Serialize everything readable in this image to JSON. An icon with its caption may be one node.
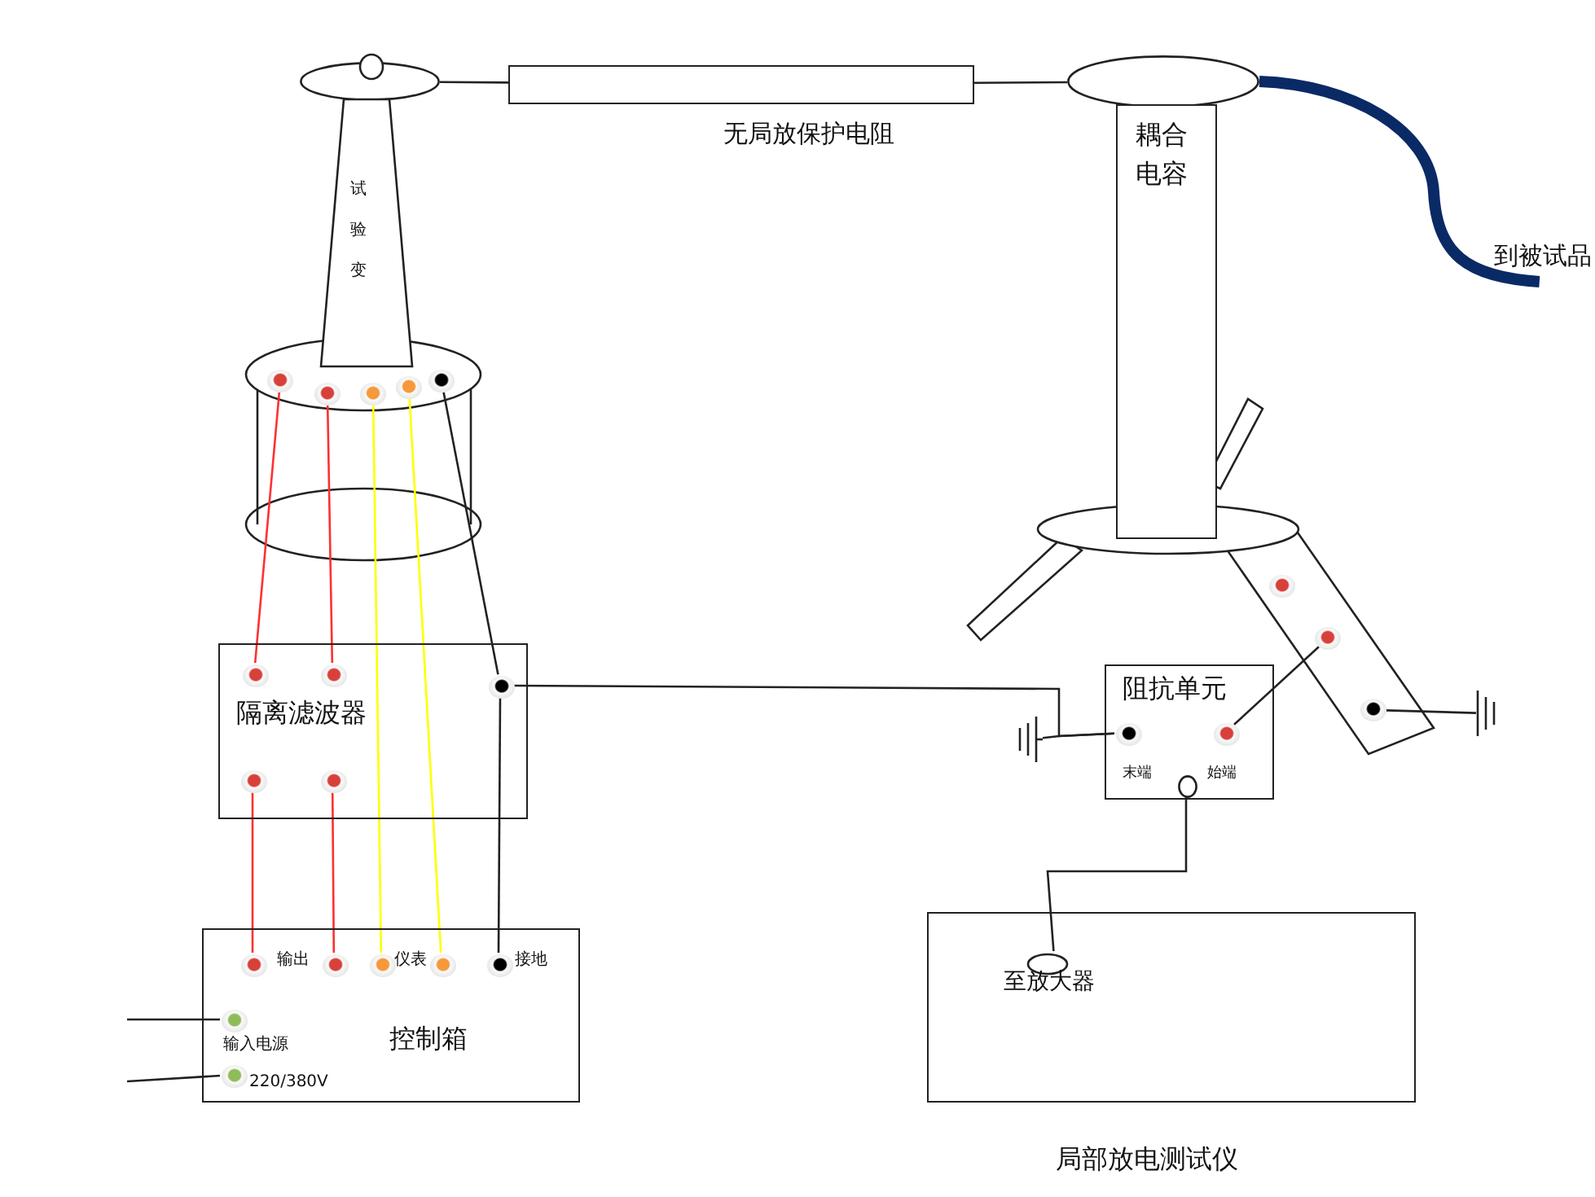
{
  "diagram": {
    "nodes": [
      {
        "text": [],
        "shape": "ellipse"
      },
      {
        "text": [
          "试验变"
        ]
      },
      {
        "text": [
          "无局放保护电阻"
        ]
      },
      {
        "text": [],
        "shape": "ellipse"
      },
      {
        "text": [
          "耦合电容"
        ]
      },
      {
        "text": [
          "到被试品"
        ]
      },
      {
        "text": [],
        "shape": "circle"
      },
      {
        "text": [],
        "shape": "circle"
      },
      {
        "text": [],
        "shape": "circle"
      },
      {
        "text": [],
        "shape": "circle"
      },
      {
        "text": [],
        "shape": "circle"
      },
      {
        "text": [
          "隔离滤波器"
        ]
      },
      {
        "text": [],
        "shape": "circle",
        "in": 11
      },
      {
        "text": [],
        "shape": "circle",
        "in": 11
      },
      {
        "text": [],
        "shape": "circle",
        "in": 11
      },
      {
        "text": [],
        "shape": "circle",
        "in": 11
      },
      {
        "text": [],
        "shape": "circle",
        "in": 11
      },
      {
        "text": [
          "控制箱"
        ]
      },
      {
        "text": [],
        "shape": "circle",
        "in": 17
      },
      {
        "text": [],
        "shape": "circle",
        "in": 17
      },
      {
        "text": [],
        "shape": "circle",
        "in": 17
      },
      {
        "text": [],
        "shape": "circle",
        "in": 17
      },
      {
        "text": [],
        "shape": "circle",
        "in": 17
      },
      {
        "text": [],
        "shape": "circle",
        "in": 17
      },
      {
        "text": [],
        "shape": "circle",
        "in": 17
      },
      {
        "text": [
          "阻抗单元"
        ]
      },
      {
        "text": [],
        "shape": "circle",
        "in": 25
      },
      {
        "text": [],
        "shape": "circle",
        "in": 25
      },
      {
        "text": [],
        "shape": "ellipse",
        "in": 25
      },
      {
        "text": [],
        "shape": "circle"
      },
      {
        "text": [],
        "shape": "circle"
      },
      {
        "text": [],
        "shape": "circle"
      },
      {
        "text": [],
        "shape": "ground"
      },
      {
        "text": [],
        "shape": "ground"
      },
      {
        "text": [
          "局部放电测试仪"
        ]
      },
      {
        "text": [
          "至放大器"
        ],
        "in": 34
      }
    ],
    "edges": [
      {
        "from": 0,
        "to": 2,
        "arrow": "none"
      },
      {
        "from": 2,
        "to": 3,
        "arrow": "none"
      },
      {
        "from": 3,
        "to": 5,
        "arrow": "none",
        "style": "thick",
        "color": "#0a2a66"
      },
      {
        "from": 6,
        "to": 12,
        "arrow": "none",
        "color": "#ff3030"
      },
      {
        "from": 7,
        "to": 13,
        "arrow": "none",
        "color": "#ff3030"
      },
      {
        "from": 8,
        "to": 20,
        "arrow": "none",
        "color": "#ffff00"
      },
      {
        "from": 9,
        "to": 21,
        "arrow": "none",
        "color": "#ffff00"
      },
      {
        "from": 10,
        "to": 14,
        "arrow": "none"
      },
      {
        "from": 14,
        "to": 22,
        "arrow": "none"
      },
      {
        "from": 15,
        "to": 18,
        "arrow": "none",
        "color": "#ff3030"
      },
      {
        "from": 16,
        "to": 19,
        "arrow": "none",
        "color": "#ff3030"
      },
      {
        "from": 14,
        "to": 26,
        "arrow": "none"
      },
      {
        "from": 32,
        "to": 26,
        "arrow": "none"
      },
      {
        "from": 27,
        "to": 30,
        "arrow": "none"
      },
      {
        "from": 31,
        "to": 33,
        "arrow": "none"
      },
      {
        "from": 28,
        "to": 35,
        "arrow": "none"
      },
      {
        "from": null,
        "to": 23,
        "arrow": "none"
      },
      {
        "from": null,
        "to": 24,
        "arrow": "none"
      }
    ],
    "labels": [
      "输出",
      "仪表",
      "接地",
      "输入电源",
      "220/380V",
      "末端",
      "始端"
    ]
  }
}
